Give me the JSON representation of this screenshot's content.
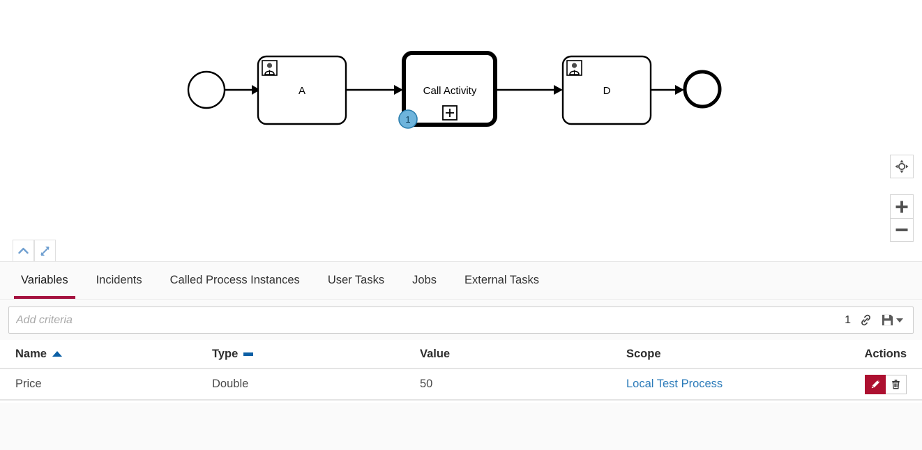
{
  "diagram": {
    "type": "bpmn-process",
    "elements": [
      {
        "id": "start-event",
        "kind": "start-event",
        "label": ""
      },
      {
        "id": "task-a",
        "kind": "user-task",
        "label": "A",
        "marker": "user-icon"
      },
      {
        "id": "call-activity",
        "kind": "call-activity",
        "label": "Call Activity",
        "marker": "plus-box-icon",
        "selected": true,
        "badge": "1"
      },
      {
        "id": "task-d",
        "kind": "user-task",
        "label": "D",
        "marker": "user-icon"
      },
      {
        "id": "end-event",
        "kind": "end-event",
        "label": ""
      }
    ],
    "badge_color": "#6eb4dc",
    "badge_border_color": "#2d7fae",
    "controls": {
      "reset_zoom": "reset-viewport-icon",
      "zoom_in": "plus-icon",
      "zoom_out": "minus-icon",
      "collapse": "chevron-up-icon",
      "expand": "expand-diagonal-icon"
    }
  },
  "tabs": {
    "active": "Variables",
    "items": [
      {
        "label": "Variables"
      },
      {
        "label": "Incidents"
      },
      {
        "label": "Called Process Instances"
      },
      {
        "label": "User Tasks"
      },
      {
        "label": "Jobs"
      },
      {
        "label": "External Tasks"
      }
    ],
    "active_underline_color": "#a4123f"
  },
  "criteria": {
    "placeholder": "Add criteria",
    "value": "",
    "count": "1",
    "link_icon": "link-chain-icon",
    "save_icon": "save-floppy-icon"
  },
  "table": {
    "columns": [
      {
        "key": "name",
        "label": "Name",
        "sort": "asc"
      },
      {
        "key": "type",
        "label": "Type",
        "sort": "none"
      },
      {
        "key": "value",
        "label": "Value",
        "sort": null
      },
      {
        "key": "scope",
        "label": "Scope",
        "sort": null
      },
      {
        "key": "actions",
        "label": "Actions",
        "sort": null
      }
    ],
    "rows": [
      {
        "name": "Price",
        "type": "Double",
        "value": "50",
        "scope": "Local Test Process",
        "actions": {
          "edit": "edit-pencil-icon",
          "delete": "trash-icon"
        }
      }
    ],
    "sort_indicator_color": "#0b5fa5",
    "link_color": "#2a7ab9",
    "edit_button_color": "#ad1030"
  }
}
